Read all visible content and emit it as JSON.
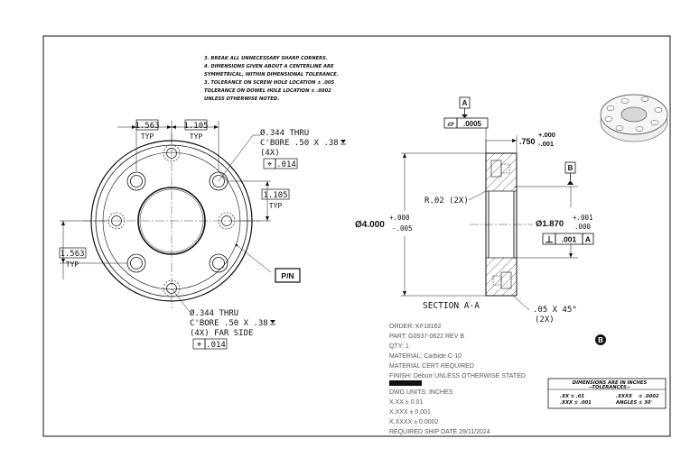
{
  "notes": [
    "3.  BREAK ALL UNNECESSARY SHARP CORNERS.",
    "4.  DIMENSIONS GIVEN ABOUT A CENTERLINE ARE",
    "     SYMMETRICAL, WITHIN DIMENSIONAL TOLERANCE.",
    "3.  TOLERANCE ON SCREW HOLE LOCATION ± .005",
    "     TOLERANCE ON DOWEL HOLE LOCATION ± .0002",
    "     UNLESS OTHERWISE NOTED."
  ],
  "front_view": {
    "dim_left_horizontal": "1.563",
    "dim_left_horizontal_typ": "TYP",
    "dim_top_spacing": "1.105",
    "dim_top_spacing_typ": "TYP",
    "dim_right_vertical": "1.105",
    "dim_right_vertical_typ": "TYP",
    "dim_left_vertical": "1.563",
    "dim_left_vertical_typ": "TYP",
    "hole_top_line1": "Ø.344 THRU",
    "hole_top_line2": "C'BORE .50 X .38",
    "hole_top_line3": "(4X)",
    "hole_top_fcf_symbol": "⌖",
    "hole_top_fcf_value": ".014",
    "hole_bottom_line1": "Ø.344  THRU",
    "hole_bottom_line2": "C'BORE .50 X .38",
    "hole_bottom_line3": "(4X) FAR SIDE",
    "hole_bottom_fcf_symbol": "⌖",
    "hole_bottom_fcf_value": ".014",
    "pn_label": "P/N"
  },
  "section_view": {
    "datum_a": "A",
    "datum_b": "B",
    "flatness_symbol": "▱",
    "flatness_value": ".0005",
    "thickness_base": ".750",
    "thickness_plus": "+.000",
    "thickness_minus": "-.001",
    "radius_note": "R.02 (2X)",
    "od_base": "Ø4.000",
    "od_plus": "+.000",
    "od_minus": "-.005",
    "bore_base": "Ø1.870",
    "bore_plus": "+.001",
    "bore_minus": ".000",
    "perp_symbol": "⊥",
    "perp_value": ".001",
    "perp_datum": "A",
    "section_label": "SECTION  A-A",
    "chamfer_line1": ".05 X 45°",
    "chamfer_line2": "(2X)"
  },
  "order_info": [
    "ORDER: KF18162",
    "PART: G0537-0622 REV B",
    "QTY: 1",
    "MATERIAL: Carbide  C-10",
    "MATERIAL CERT REQUIRED",
    "FINISH: Deburr UNLESS OTHERWISE STATED"
  ],
  "units_info": [
    "DWG UNITS: INCHES",
    "X.XX ± 0.01",
    "X.XXX ± 0.001",
    "X.XXXX ± 0.0002",
    "REQUIRED SHIP DATE 29/11/2024"
  ],
  "tolerance_block": {
    "title": "DIMENSIONS ARE IN INCHES",
    "subtitle": "--TOLERANCES--",
    "left_line1": ".XX  ± .01",
    "left_line2": ".XXX ± .001",
    "right_label1": ".XXXX",
    "right_value1": "± .0002",
    "right_label2": "ANGLES",
    "right_value2": "± 30'"
  },
  "revision_mark": "B"
}
